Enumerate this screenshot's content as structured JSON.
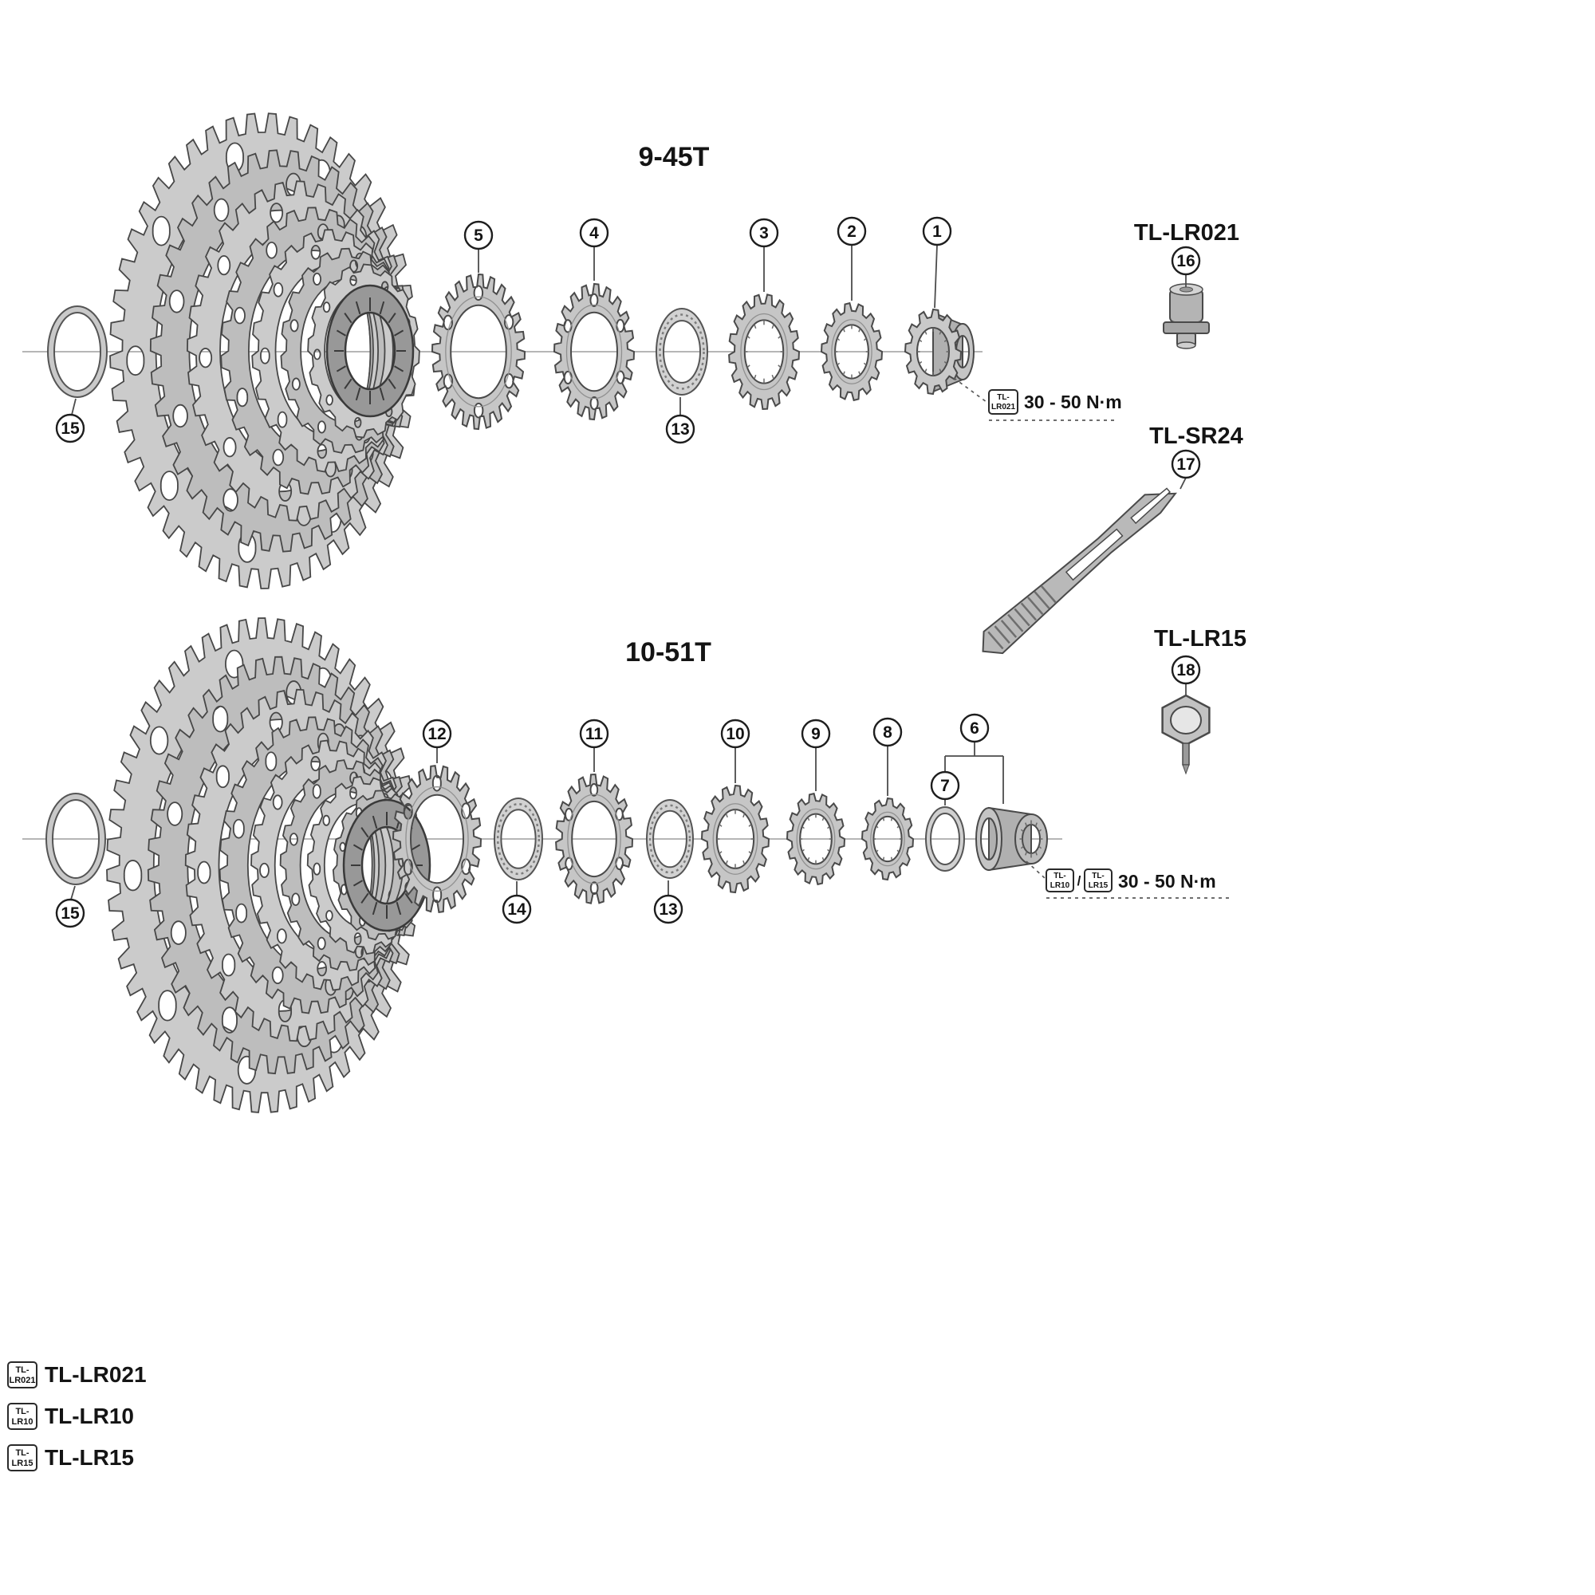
{
  "top_assembly": {
    "title": "9-45T",
    "torque": {
      "label": "30 - 50 N·m",
      "tool_badge": {
        "line1": "TL-",
        "line2": "LR021"
      }
    }
  },
  "bottom_assembly": {
    "title": "10-51T",
    "torque": {
      "label": "30 - 50 N·m",
      "separator": "/",
      "tool_badges": [
        {
          "line1": "TL-",
          "line2": "LR10"
        },
        {
          "line1": "TL-",
          "line2": "LR15"
        }
      ]
    }
  },
  "callouts": {
    "c1": "1",
    "c2": "2",
    "c3": "3",
    "c4": "4",
    "c5": "5",
    "c6": "6",
    "c7": "7",
    "c8": "8",
    "c9": "9",
    "c10": "10",
    "c11": "11",
    "c12": "12",
    "c13": "13",
    "c14": "14",
    "c15": "15",
    "c16": "16",
    "c17": "17",
    "c18": "18"
  },
  "tools": {
    "lockring_tool_small": "TL-LR021",
    "sprocket_wrench": "TL-SR24",
    "lockring_tool": "TL-LR15"
  },
  "legend": {
    "items": [
      {
        "badge_line1": "TL-",
        "badge_line2": "LR021",
        "label": "TL-LR021"
      },
      {
        "badge_line1": "TL-",
        "badge_line2": "LR10",
        "label": "TL-LR10"
      },
      {
        "badge_line1": "TL-",
        "badge_line2": "LR15",
        "label": "TL-LR15"
      }
    ]
  },
  "colors": {
    "gear_fill": "#c6c6c6",
    "gear_stroke": "#4a4a4a",
    "axis_line": "#9d9d9d",
    "text": "#141414"
  }
}
